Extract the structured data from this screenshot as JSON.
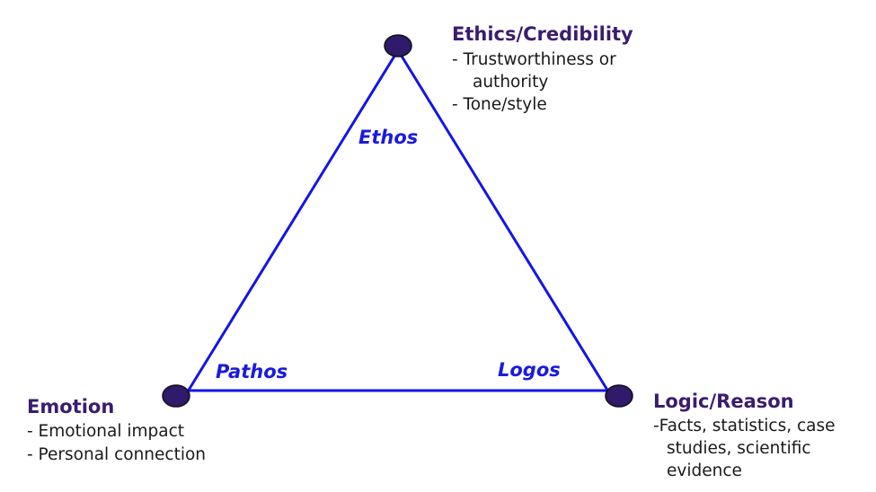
{
  "diagram": {
    "title": "Rhetorical triangle",
    "colors": {
      "edge": "#1414e6",
      "node": "#2f1a6b",
      "heading": "#3b1c6e",
      "appeal": "#1a1ae0"
    },
    "appeals": {
      "ethos": "Ethos",
      "pathos": "Pathos",
      "logos": "Logos"
    },
    "ethics": {
      "heading": "Ethics/Credibility",
      "items": [
        "- Trustworthiness or",
        "authority",
        "- Tone/style"
      ]
    },
    "emotion": {
      "heading": "Emotion",
      "items": [
        "- Emotional impact",
        "- Personal connection"
      ]
    },
    "logic": {
      "heading": "Logic/Reason",
      "items": [
        "-Facts, statistics, case",
        "studies, scientific",
        "evidence"
      ]
    }
  }
}
